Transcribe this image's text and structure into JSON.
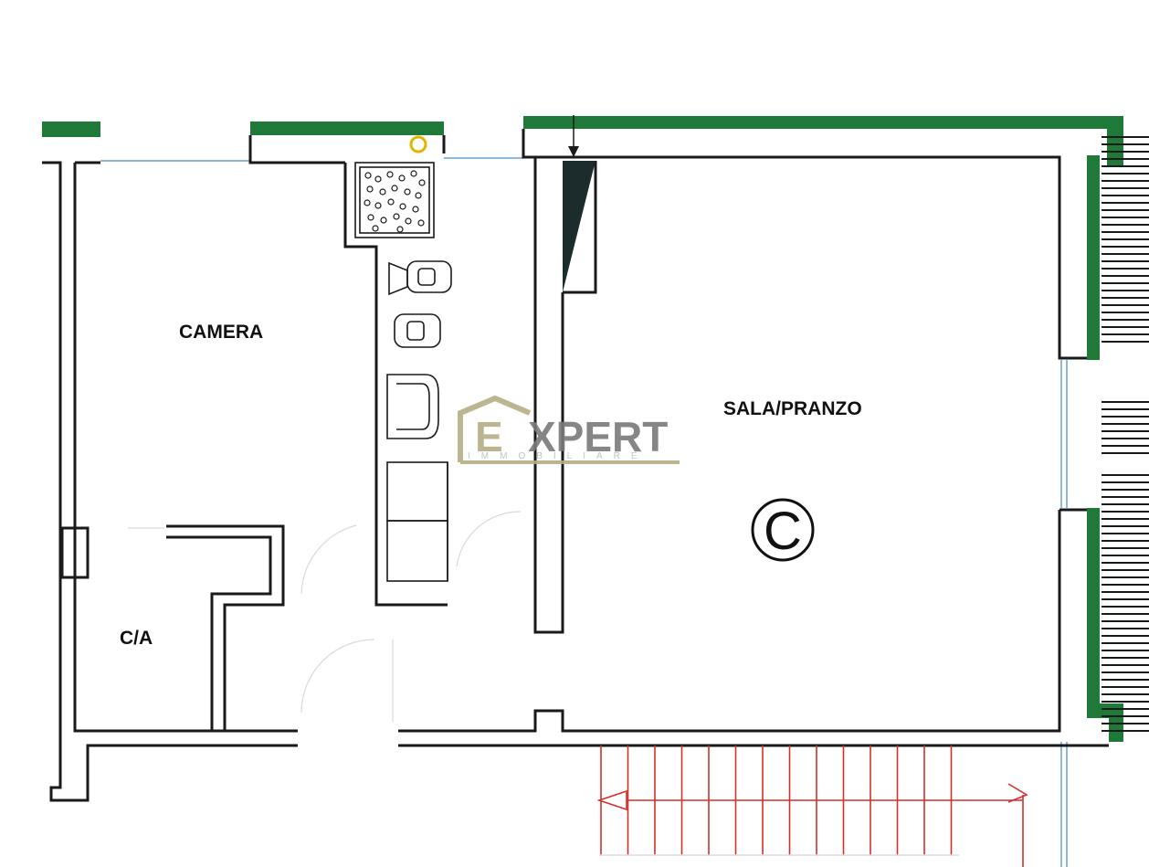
{
  "rooms": {
    "camera": "CAMERA",
    "sala_pranzo": "SALA/PRANZO",
    "closet": "C/A"
  },
  "unit_letter": "C",
  "watermark": {
    "letter": "E",
    "word": "XPERT",
    "sub": "IMMOBILIARE"
  },
  "colors": {
    "exterior_wall": "#1f7a3a",
    "wall": "#1a1a1a",
    "window": "#8fb8d8",
    "stair": "#d0312d",
    "watermark": "#b4ae86",
    "watermark_text": "#7a7a7a",
    "boiler": "#e0b400",
    "shaft": "#1c2b2b"
  }
}
